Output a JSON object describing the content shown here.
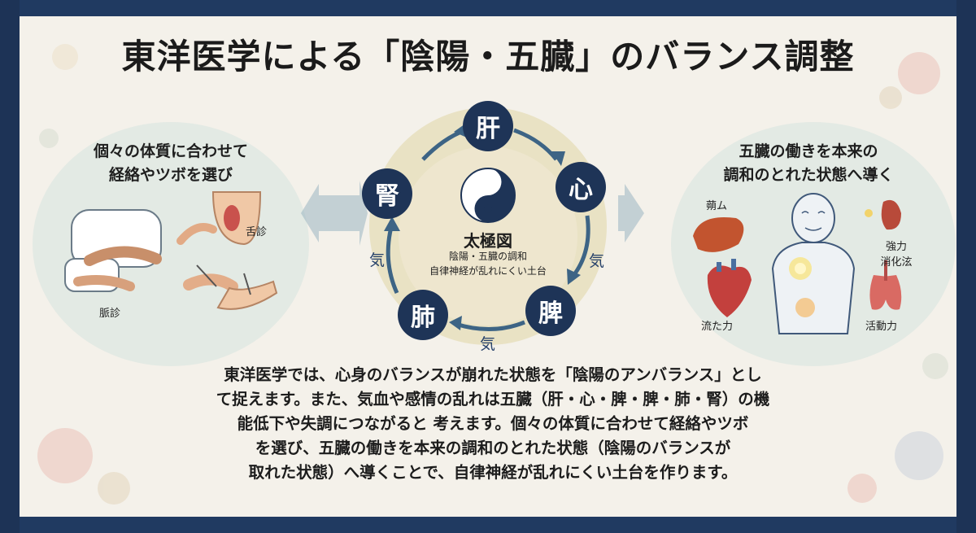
{
  "title": "東洋医学による「陰陽・五臓」のバランス調整",
  "left_panel": {
    "caption_line1": "個々の体質に合わせて",
    "caption_line2": "経絡やツボを選び",
    "labels": {
      "tongue": "舌診",
      "pulse": "脈診"
    }
  },
  "right_panel": {
    "caption_line1": "五臓の働きを本来の",
    "caption_line2": "調和のとれた状態へ導く",
    "labels": {
      "liver": "蒴ム",
      "heart": "流た力",
      "spleen_line1": "強力",
      "spleen_line2": "消化泫",
      "lung": "活動力"
    }
  },
  "cycle": {
    "organs": {
      "liver": "肝",
      "heart": "心",
      "spleen": "脾",
      "lung": "肺",
      "kidney": "腎"
    },
    "qi": "気",
    "center": {
      "title": "太極図",
      "line1": "陰陽・五臓の調和",
      "line2": "自律神経が乱れにくい土台"
    }
  },
  "body_text": {
    "line1": "東洋医学では、心身のバランスが崩れた状態を「陰陽のアンバランス」とし",
    "line2": "て捉えます。また、気血や感情の乱れは五臓（肝・心・脾・脾・肺・腎）の機",
    "line3": "能低下や失調につながると 考えます。個々の体質に合わせて経絡やツボ",
    "line4": "を選び、五臓の働きを本来の調和のとれた状態（陰陽のバランスが",
    "line5": "取れた状態）へ導くことで、自律神経が乱れにくい土台を作ります。"
  },
  "colors": {
    "navy": "#1e3457",
    "paper": "#f4f1ea",
    "sage": "#dfe8e2",
    "arrow": "#8fa9b8",
    "gold": "#e7dcb5"
  }
}
